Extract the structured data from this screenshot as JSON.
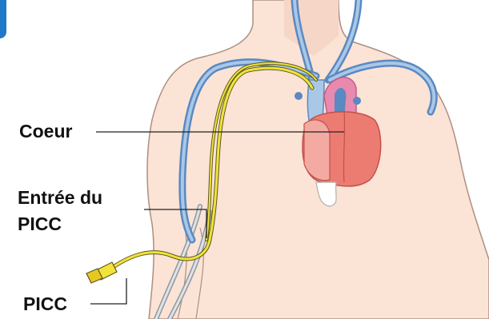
{
  "labels": {
    "heart": "Coeur",
    "entry_line1": "Entrée du",
    "entry_line2": "PICC",
    "picc": "PICC"
  },
  "colors": {
    "skin": "#fbe3d6",
    "skin_outline": "#ad8f82",
    "vein_blue": "#5b89c1",
    "vein_light": "#a9c8e8",
    "catheter_yellow": "#f2e23a",
    "heart_red": "#ec7b72",
    "heart_pink": "#e88ab0",
    "arm_gray": "#cfd4da",
    "accent_tab": "#1f78c8"
  }
}
